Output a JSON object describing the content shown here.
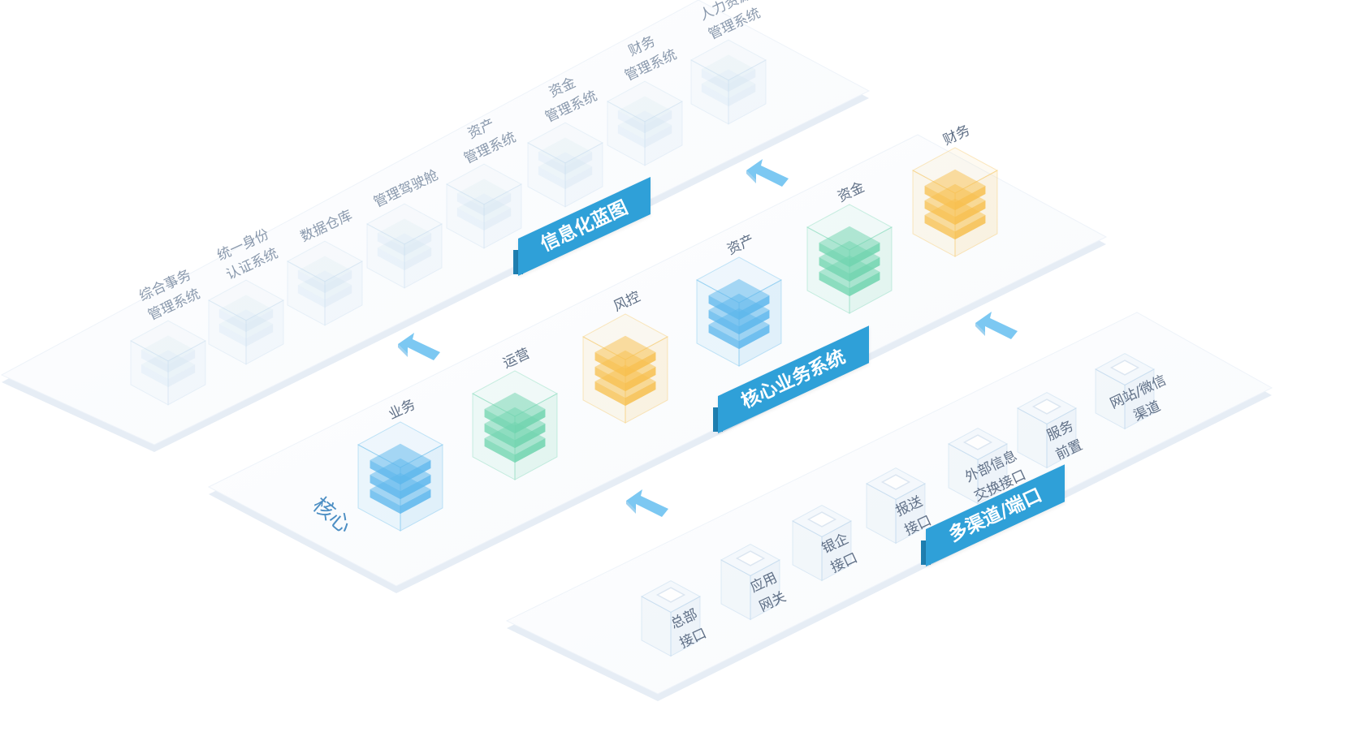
{
  "layers": [
    {
      "id": "info",
      "title": "信息化蓝图",
      "modules": [
        {
          "label": "综合事务\n管理系统"
        },
        {
          "label": "统一身份\n认证系统"
        },
        {
          "label": "数据仓库"
        },
        {
          "label": "管理驾驶舱"
        },
        {
          "label": "资产\n管理系统"
        },
        {
          "label": "资金\n管理系统"
        },
        {
          "label": "财务\n管理系统"
        },
        {
          "label": "人力资源\n管理系统"
        }
      ]
    },
    {
      "id": "core",
      "title": "核心业务系统",
      "watermark": "核心",
      "modules": [
        {
          "label": "业务",
          "color": "blue"
        },
        {
          "label": "运营",
          "color": "green"
        },
        {
          "label": "风控",
          "color": "orange"
        },
        {
          "label": "资产",
          "color": "blue"
        },
        {
          "label": "资金",
          "color": "green"
        },
        {
          "label": "财务",
          "color": "orange"
        }
      ]
    },
    {
      "id": "channel",
      "title": "多渠道/端口",
      "modules": [
        {
          "label": "总部\n接口"
        },
        {
          "label": "应用\n网关"
        },
        {
          "label": "银企\n接口"
        },
        {
          "label": "报送\n接口"
        },
        {
          "label": "外部信息\n交换接口"
        },
        {
          "label": "服务\n前置"
        },
        {
          "label": "网站/微信\n渠道"
        }
      ]
    }
  ],
  "colors": {
    "accent": "#2fa0d8",
    "arrow": "#7cc8f2",
    "blue": "#5cb6ec",
    "green": "#6fd4ae",
    "orange": "#f7c04f",
    "platform": "#f6f9fc",
    "platformEdge": "#e6edf5"
  }
}
